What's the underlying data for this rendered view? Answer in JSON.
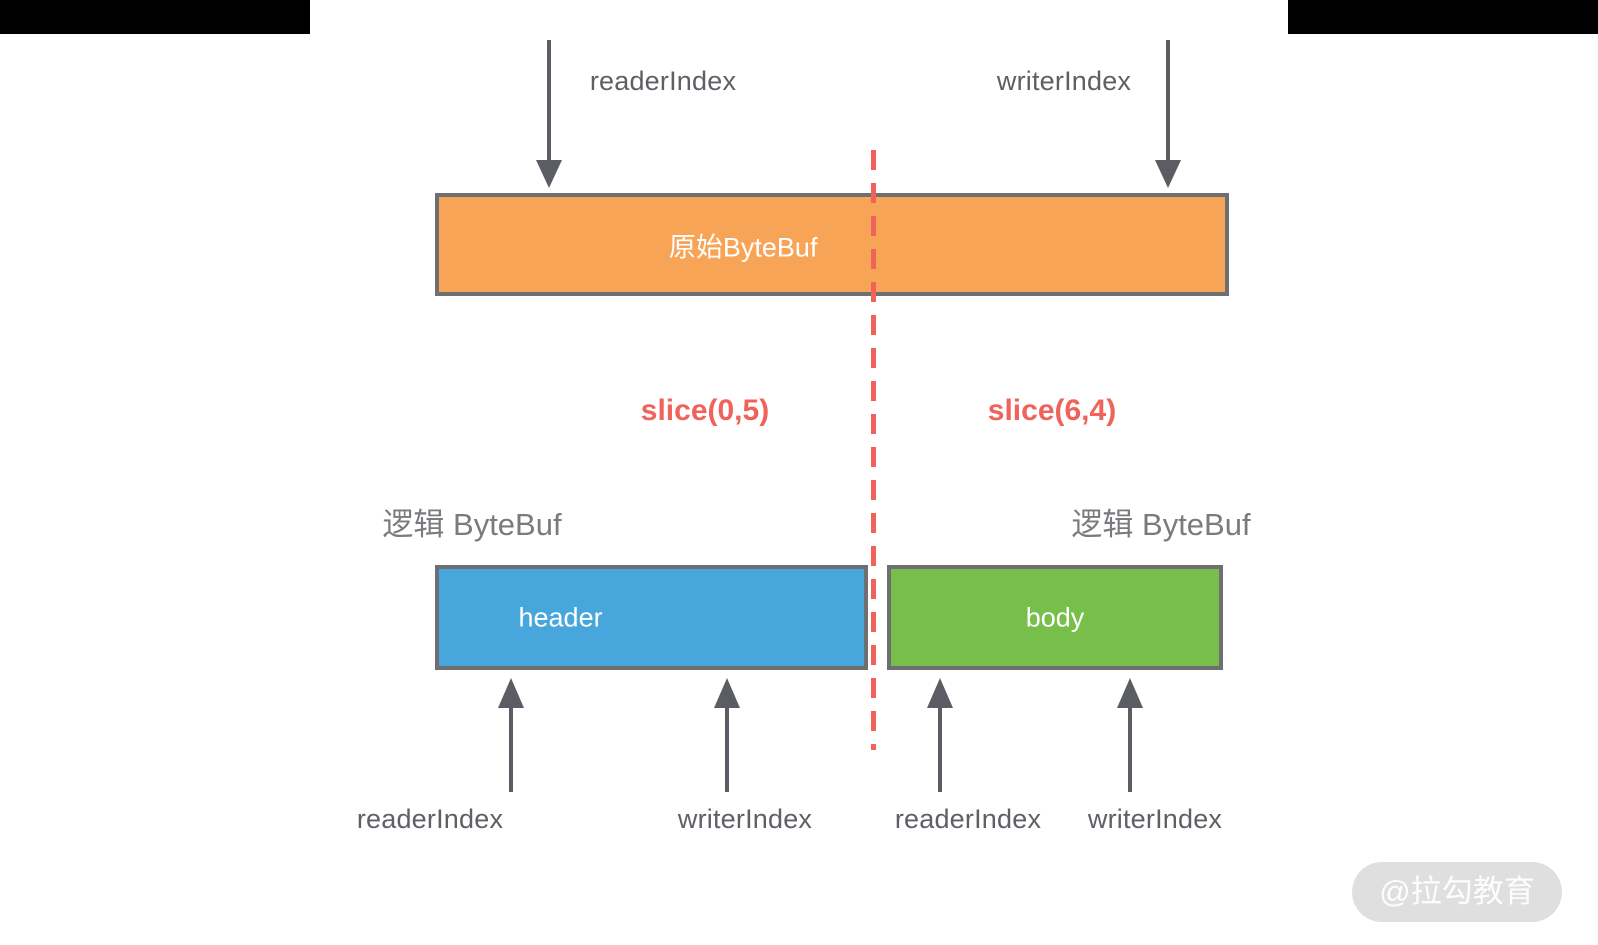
{
  "page": {
    "background": "#FFFFFF",
    "top_bar_color": "#000000"
  },
  "colors": {
    "orange_fill": "#F7A457",
    "blue_fill": "#47A6DB",
    "green_fill": "#77BF4A",
    "box_border": "#6E6F70",
    "red_accent": "#F0635B",
    "arrow_gray": "#5B5C64",
    "index_label_gray": "#5F6066",
    "title_gray": "#7A7B7E",
    "watermark_bg": "#DFDFDF",
    "watermark_text": "#FFFFFF"
  },
  "original_buffer": {
    "label": "原始ByteBuf",
    "reader_index_label": "readerIndex",
    "writer_index_label": "writerIndex"
  },
  "slice_labels": {
    "left": "slice(0,5)",
    "right": "slice(6,4)"
  },
  "divider": {
    "style": "vertical-dashed",
    "color": "#F0635B"
  },
  "logical_buffers": {
    "left": {
      "title": "逻辑 ByteBuf",
      "box_label": "header",
      "reader_index_label": "readerIndex",
      "writer_index_label": "writerIndex"
    },
    "right": {
      "title": "逻辑 ByteBuf",
      "box_label": "body",
      "reader_index_label": "readerIndex",
      "writer_index_label": "writerIndex"
    }
  },
  "watermark": {
    "text": "@拉勾教育"
  }
}
